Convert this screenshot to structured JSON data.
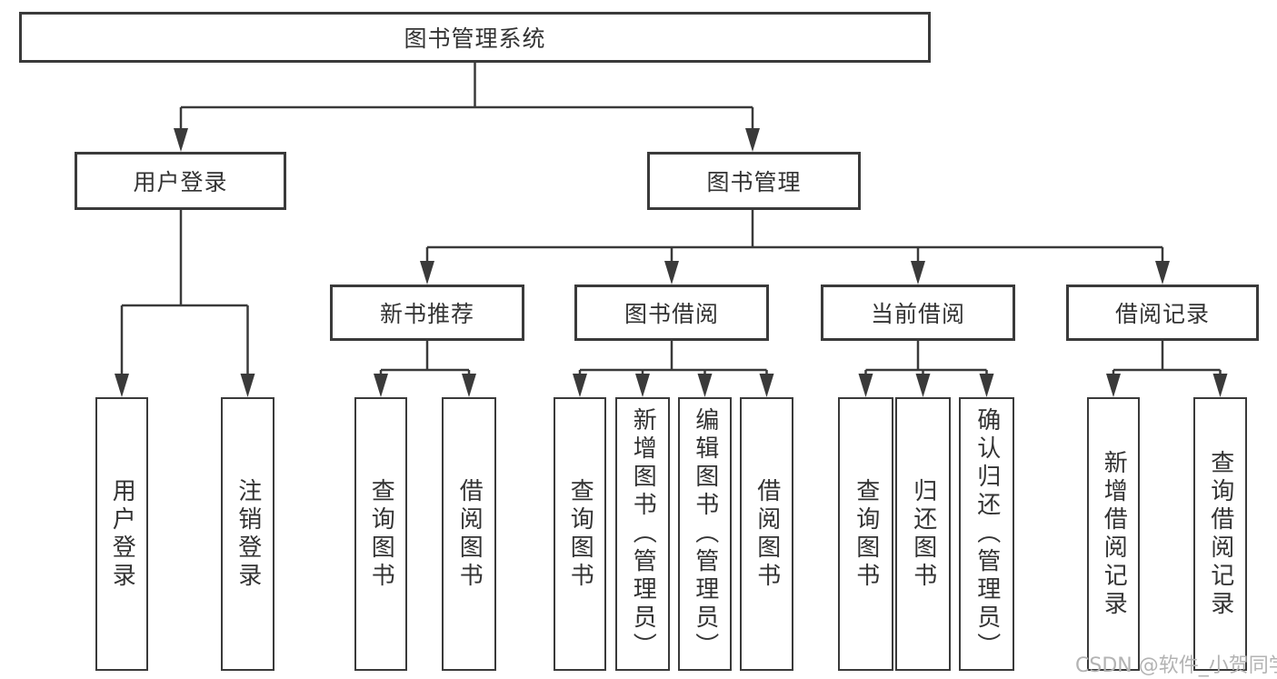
{
  "diagram": {
    "title": "图书管理系统",
    "root": {
      "label": "图书管理系统"
    },
    "level2": [
      {
        "label": "用户登录"
      },
      {
        "label": "图书管理"
      }
    ],
    "level3": [
      {
        "label": "新书推荐"
      },
      {
        "label": "图书借阅"
      },
      {
        "label": "当前借阅"
      },
      {
        "label": "借阅记录"
      }
    ],
    "leaves": {
      "login": [
        "用户登录",
        "注销登录"
      ],
      "recommend": [
        "查询图书",
        "借阅图书"
      ],
      "borrow": [
        "查询图书",
        "新增图书（管理员）",
        "编辑图书（管理员）",
        "借阅图书"
      ],
      "current": [
        "查询图书",
        "归还图书",
        "确认归还（管理员）"
      ],
      "records": [
        "新增借阅记录",
        "查询借阅记录"
      ]
    },
    "colors": {
      "line": "#3a3a3a",
      "text": "#333333",
      "background": "#ffffff",
      "watermark": "#b3b3b3"
    }
  },
  "watermark": {
    "text": "CSDN @软件_小贺同学"
  }
}
